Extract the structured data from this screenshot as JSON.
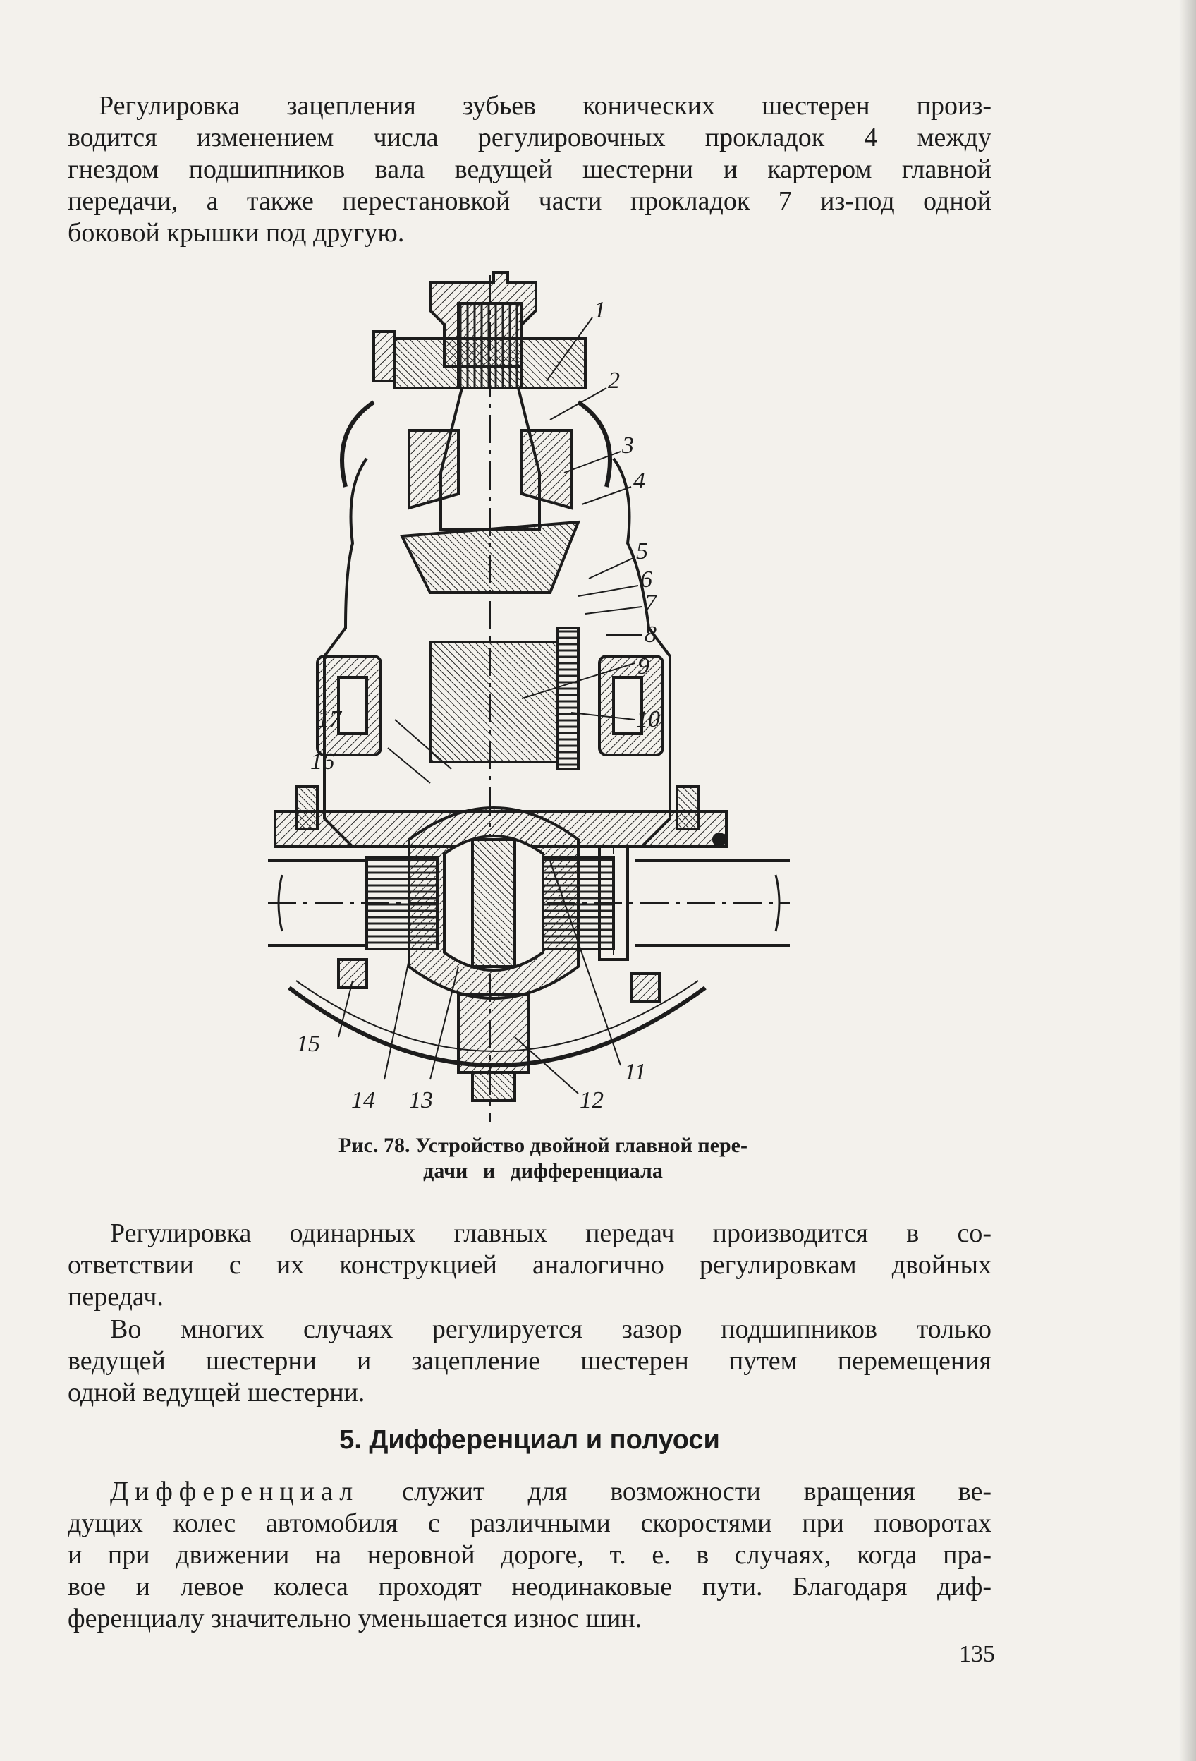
{
  "paragraph1": {
    "lines": [
      "Регулировка зацепления зубьев конических шестерен произ-",
      "водится изменением числа регулировочных прокладок 4 между",
      "гнездом подшипников вала ведущей шестерни и картером главной",
      "передачи, а также перестановкой части прокладок 7 из-под одной",
      "боковой крышки под другую."
    ]
  },
  "figure": {
    "labels": [
      "1",
      "2",
      "3",
      "4",
      "5",
      "6",
      "7",
      "8",
      "9",
      "10",
      "11",
      "12",
      "13",
      "14",
      "15",
      "16",
      "17"
    ]
  },
  "caption": {
    "line1": "Рис. 78. Устройство двойной главной пере-",
    "line2": "дачи и дифференциала"
  },
  "paragraph2": {
    "lines": [
      "Регулировка одинарных главных передач производится в со-",
      "ответствии с их конструкцией аналогично регулировкам двойных",
      "передач."
    ]
  },
  "paragraph3": {
    "lines": [
      "Во многих случаях регулируется зазор подшипников только",
      "ведущей шестерни и зацепление шестерен путем перемещения",
      "одной ведущей шестерни."
    ]
  },
  "heading": "5. Дифференциал и полуоси",
  "paragraph4": {
    "term": "Дифференциал",
    "lines": [
      " служит для возможности вращения ве-",
      "дущих колес автомобиля с различными скоростями при поворотах",
      "и при движении на неровной дороге, т. е. в случаях, когда пра-",
      "вое и левое колеса проходят неодинаковые пути. Благодаря диф-",
      "ференциалу значительно уменьшается износ шин."
    ]
  },
  "page_number": "135"
}
